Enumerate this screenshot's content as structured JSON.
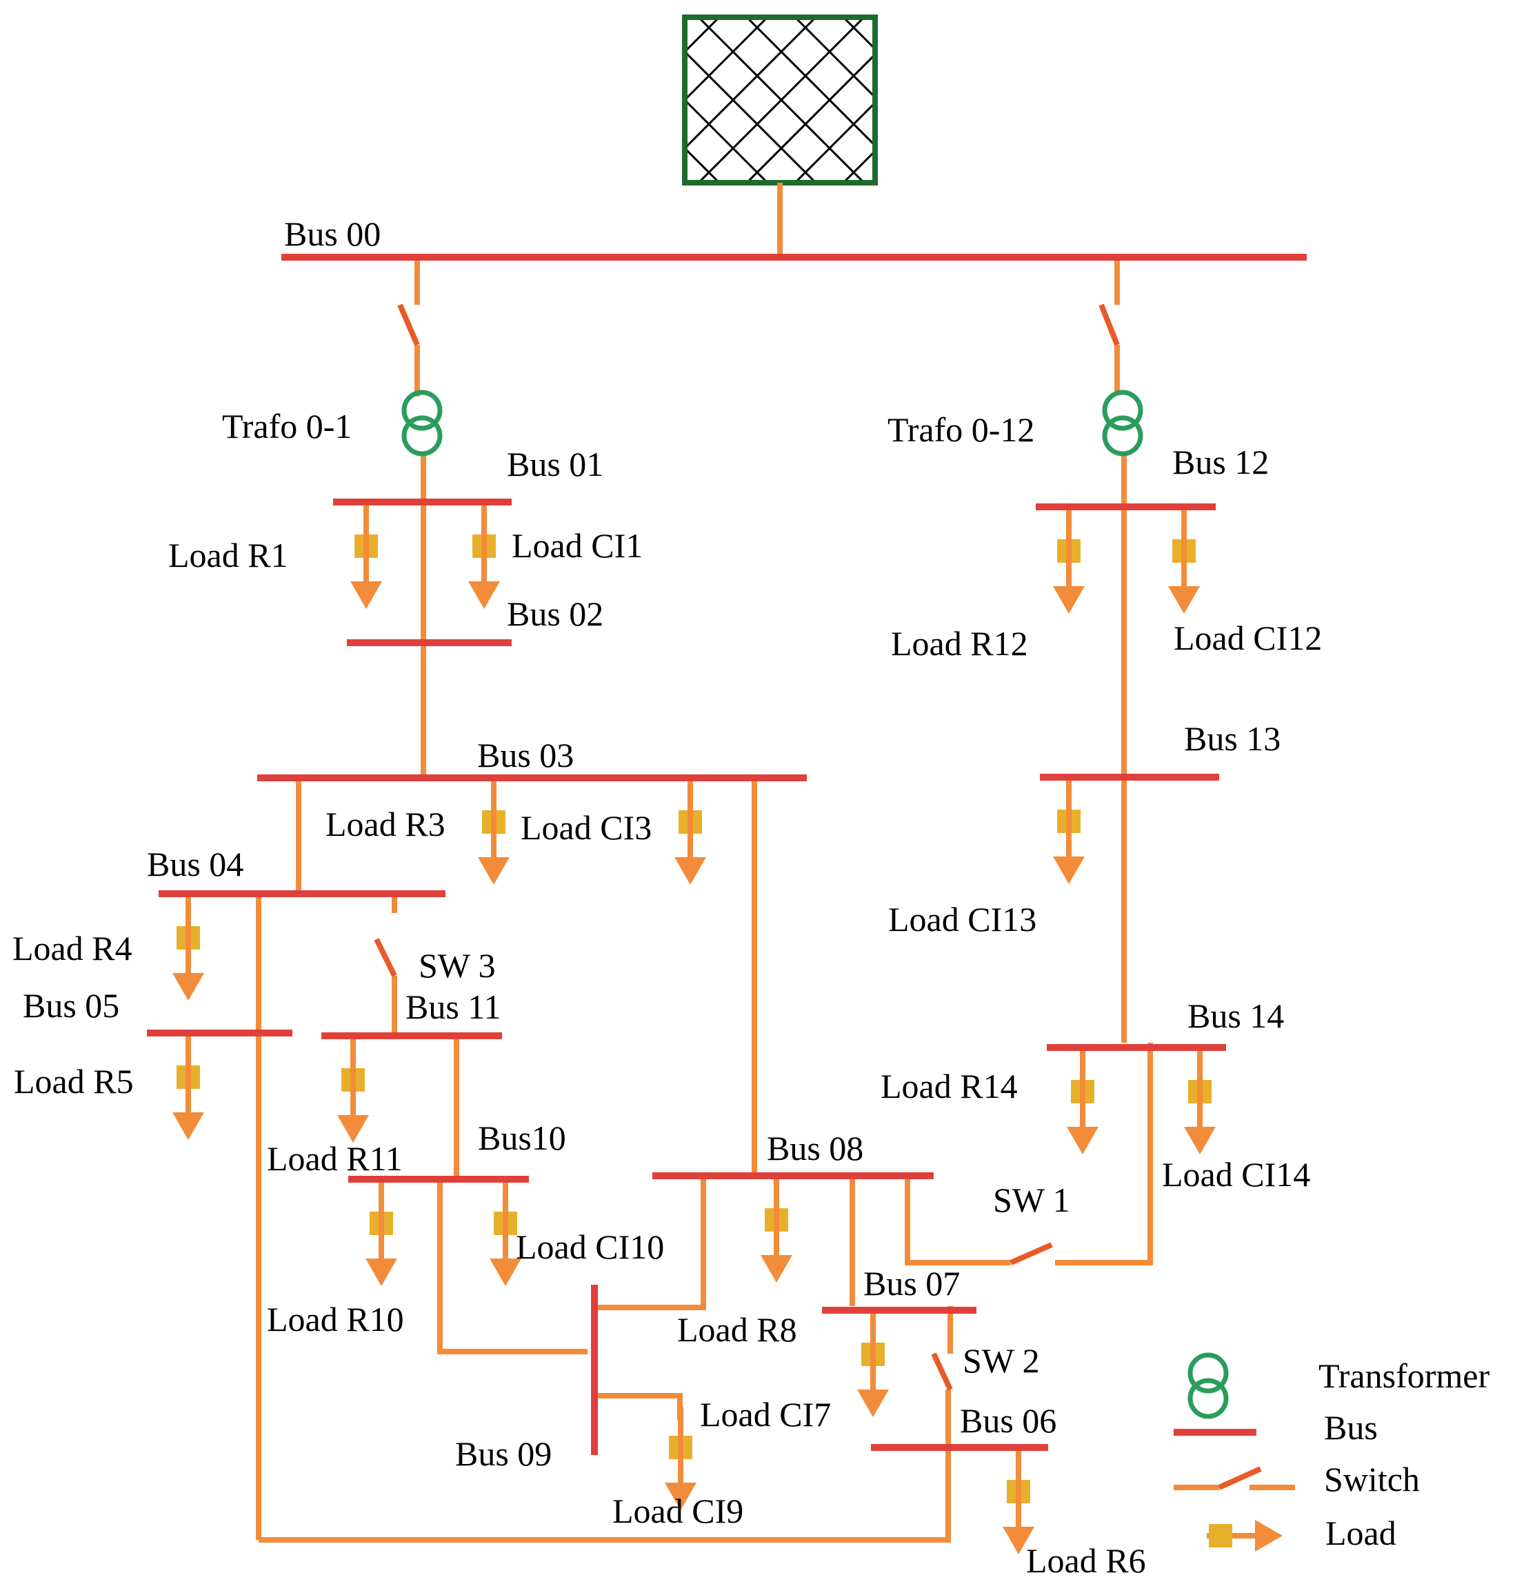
{
  "labels": {
    "bus00": "Bus 00",
    "bus01": "Bus 01",
    "bus02": "Bus 02",
    "bus03": "Bus 03",
    "bus04": "Bus 04",
    "bus05": "Bus 05",
    "bus06": "Bus 06",
    "bus07": "Bus 07",
    "bus08": "Bus 08",
    "bus09": "Bus 09",
    "bus10": "Bus10",
    "bus11": "Bus 11",
    "bus12": "Bus 12",
    "bus13": "Bus 13",
    "bus14": "Bus 14",
    "trafo01": "Trafo 0-1",
    "trafo012": "Trafo 0-12",
    "sw1": "SW 1",
    "sw2": "SW 2",
    "sw3": "SW 3",
    "loadR1": "Load R1",
    "loadCI1": "Load CI1",
    "loadR3": "Load R3",
    "loadCI3": "Load CI3",
    "loadR4": "Load R4",
    "loadR5": "Load R5",
    "loadR6": "Load R6",
    "loadCI7": "Load CI7",
    "loadR8": "Load R8",
    "loadCI9": "Load CI9",
    "loadR10": "Load R10",
    "loadCI10": "Load CI10",
    "loadR11": "Load R11",
    "loadR12": "Load R12",
    "loadCI12": "Load CI12",
    "loadCI13": "Load CI13",
    "loadR14": "Load R14",
    "loadCI14": "Load CI14"
  },
  "legend": {
    "transformer": "Transformer",
    "bus": "Bus",
    "switch": "Switch",
    "load": "Load"
  },
  "colors": {
    "bus": "#e0403a",
    "line": "#f28c3a",
    "load_block": "#e8b02a",
    "transformer": "#2a9d5c",
    "grid_frame": "#1e6b2e"
  }
}
